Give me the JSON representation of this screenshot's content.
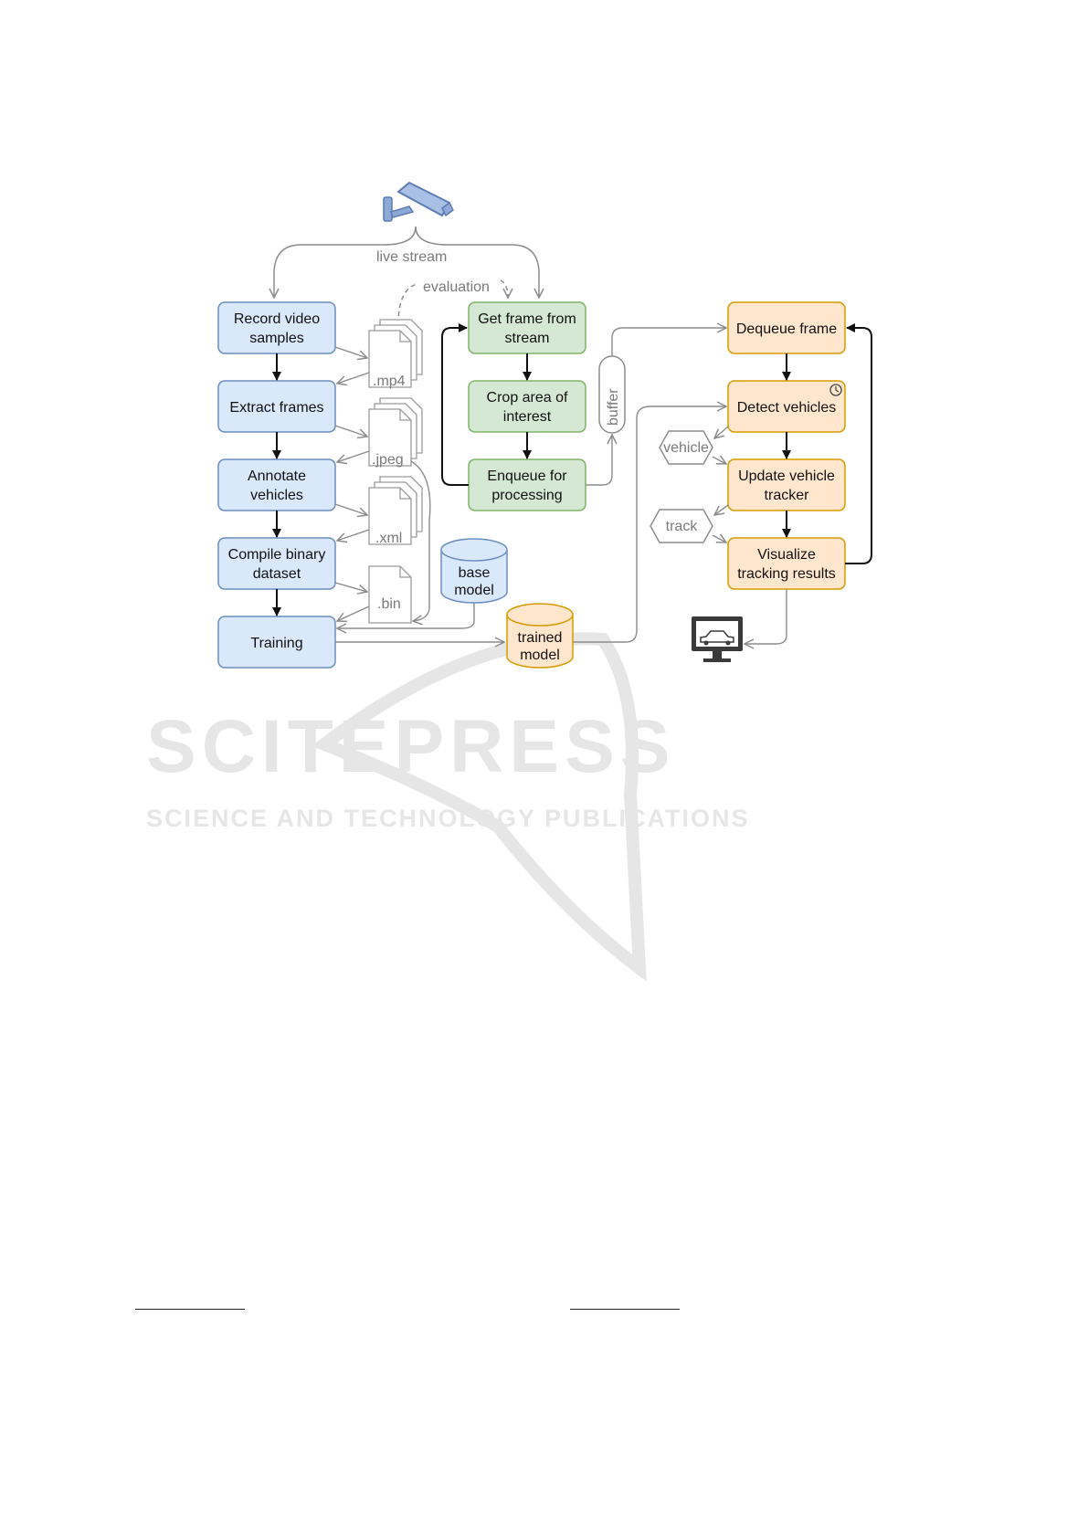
{
  "colors": {
    "blue_fill": "#dae8fc",
    "blue_stroke": "#6c8ebf",
    "green_fill": "#d5e8d4",
    "green_stroke": "#82b366",
    "orange_fill": "#ffe6cc",
    "orange_stroke": "#d79b00",
    "gray_line": "#8c8c8c",
    "black_line": "#111111",
    "watermark": "#e6e6e6"
  },
  "labels": {
    "live_stream": "live stream",
    "evaluation": "evaluation",
    "buffer": "buffer"
  },
  "training_pipeline": {
    "record_line1": "Record video",
    "record_line2": "samples",
    "extract": "Extract frames",
    "annotate_line1": "Annotate",
    "annotate_line2": "vehicles",
    "compile_line1": "Compile binary",
    "compile_line2": "dataset",
    "training": "Training"
  },
  "files": {
    "mp4": ".mp4",
    "jpeg": ".jpeg",
    "xml": ".xml",
    "bin": ".bin"
  },
  "models": {
    "base_line1": "base",
    "base_line2": "model",
    "trained_line1": "trained",
    "trained_line2": "model"
  },
  "capture_pipeline": {
    "get_line1": "Get frame from",
    "get_line2": "stream",
    "crop_line1": "Crop area of",
    "crop_line2": "interest",
    "enqueue_line1": "Enqueue for",
    "enqueue_line2": "processing"
  },
  "tracking_pipeline": {
    "dequeue": "Dequeue frame",
    "detect": "Detect vehicles",
    "update_line1": "Update vehicle",
    "update_line2": "tracker",
    "visualize_line1": "Visualize",
    "visualize_line2": "tracking results"
  },
  "data_objects": {
    "vehicle": "vehicle",
    "track": "track"
  },
  "icons": {
    "camera": "security-camera-icon",
    "monitor": "monitor-car-icon",
    "clock": "clock-icon",
    "document": "document-stack-icon"
  },
  "watermark": {
    "title": "SCITEPRESS",
    "subtitle": "SCIENCE AND TECHNOLOGY PUBLICATIONS"
  }
}
